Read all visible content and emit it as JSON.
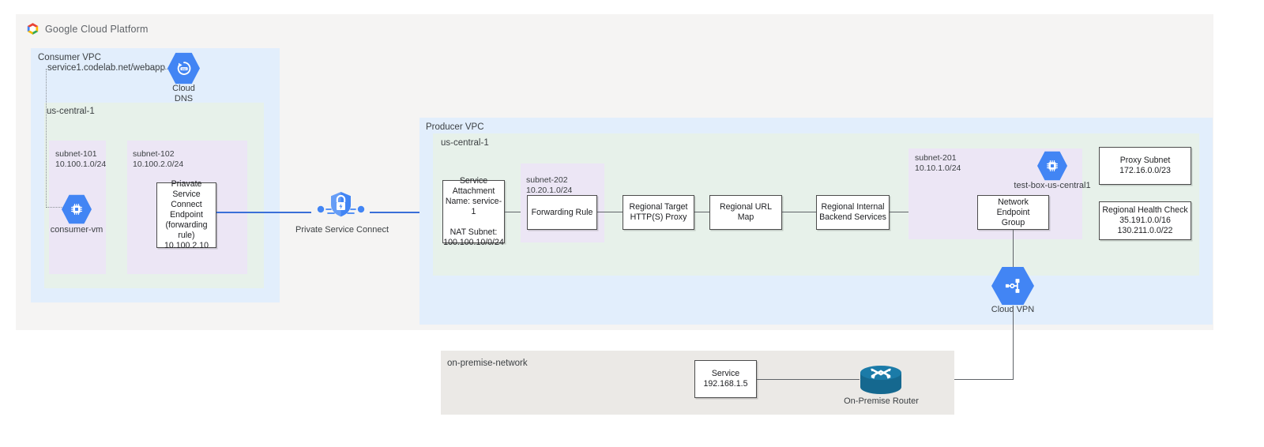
{
  "header": {
    "logo_icon": "google-cloud-hexagon-logo",
    "title": "Google Cloud Platform"
  },
  "consumer": {
    "vpc_label": "Consumer VPC",
    "region_label": "us-central-1",
    "dns_url": "service1.codelab.net/webapp",
    "cloud_dns": {
      "icon": "cloud-dns-icon",
      "label_line1": "Cloud",
      "label_line2": "DNS"
    },
    "subnets": [
      {
        "name": "subnet-101",
        "cidr": "10.100.1.0/24"
      },
      {
        "name": "subnet-102",
        "cidr": "10.100.2.0/24"
      }
    ],
    "vm": {
      "icon": "compute-engine-vm-icon",
      "label": "consumer-vm"
    },
    "psc_endpoint": "Priavate Service\nConnect Endpoint\n(forwarding rule)\n10.100.2.10"
  },
  "psc": {
    "icon": "private-service-connect-shield-icon",
    "label": "Private Service Connect"
  },
  "producer": {
    "vpc_label": "Producer VPC",
    "region_label": "us-central-1",
    "service_attachment": "Service\nAttachment\nName: service-1\n\nNAT Subnet:\n100.100.10/0/24",
    "subnet_202": {
      "name": "subnet-202",
      "cidr": "10.20.1.0/24"
    },
    "forwarding_rule": "Forwarding Rule",
    "target_proxy": "Regional Target\nHTTP(S) Proxy",
    "url_map": "Regional URL Map",
    "backend_services": "Regional Internal\nBackend Services",
    "subnet_201": {
      "name": "subnet-201",
      "cidr": "10.10.1.0/24"
    },
    "test_box": {
      "icon": "compute-engine-vm-icon",
      "label": "test-box-us-central1"
    },
    "neg": "Network Endpoint\nGroup",
    "proxy_subnet": "Proxy Subnet\n172.16.0.0/23",
    "health_check": "Regional Health Check\n35.191.0.0/16\n130.211.0.0/22"
  },
  "cloud_vpn": {
    "icon": "cloud-vpn-icon",
    "label": "Cloud VPN"
  },
  "onprem": {
    "network_label": "on-premise-network",
    "service": "Service\n192.168.1.5",
    "router": {
      "icon": "on-premise-router-icon",
      "label": "On-Premise Router"
    }
  },
  "colors": {
    "vpc_blue": "#e2eefc",
    "region_green": "#e7f1ea",
    "subnet_purple": "#ece6f5",
    "panel_gray": "#f5f4f3",
    "onprem_gray": "#ebe9e6",
    "gcp_blue": "#4285f4",
    "router_teal": "#15688f",
    "line_gray": "#5f6368",
    "line_blue": "#3a6fd8"
  }
}
